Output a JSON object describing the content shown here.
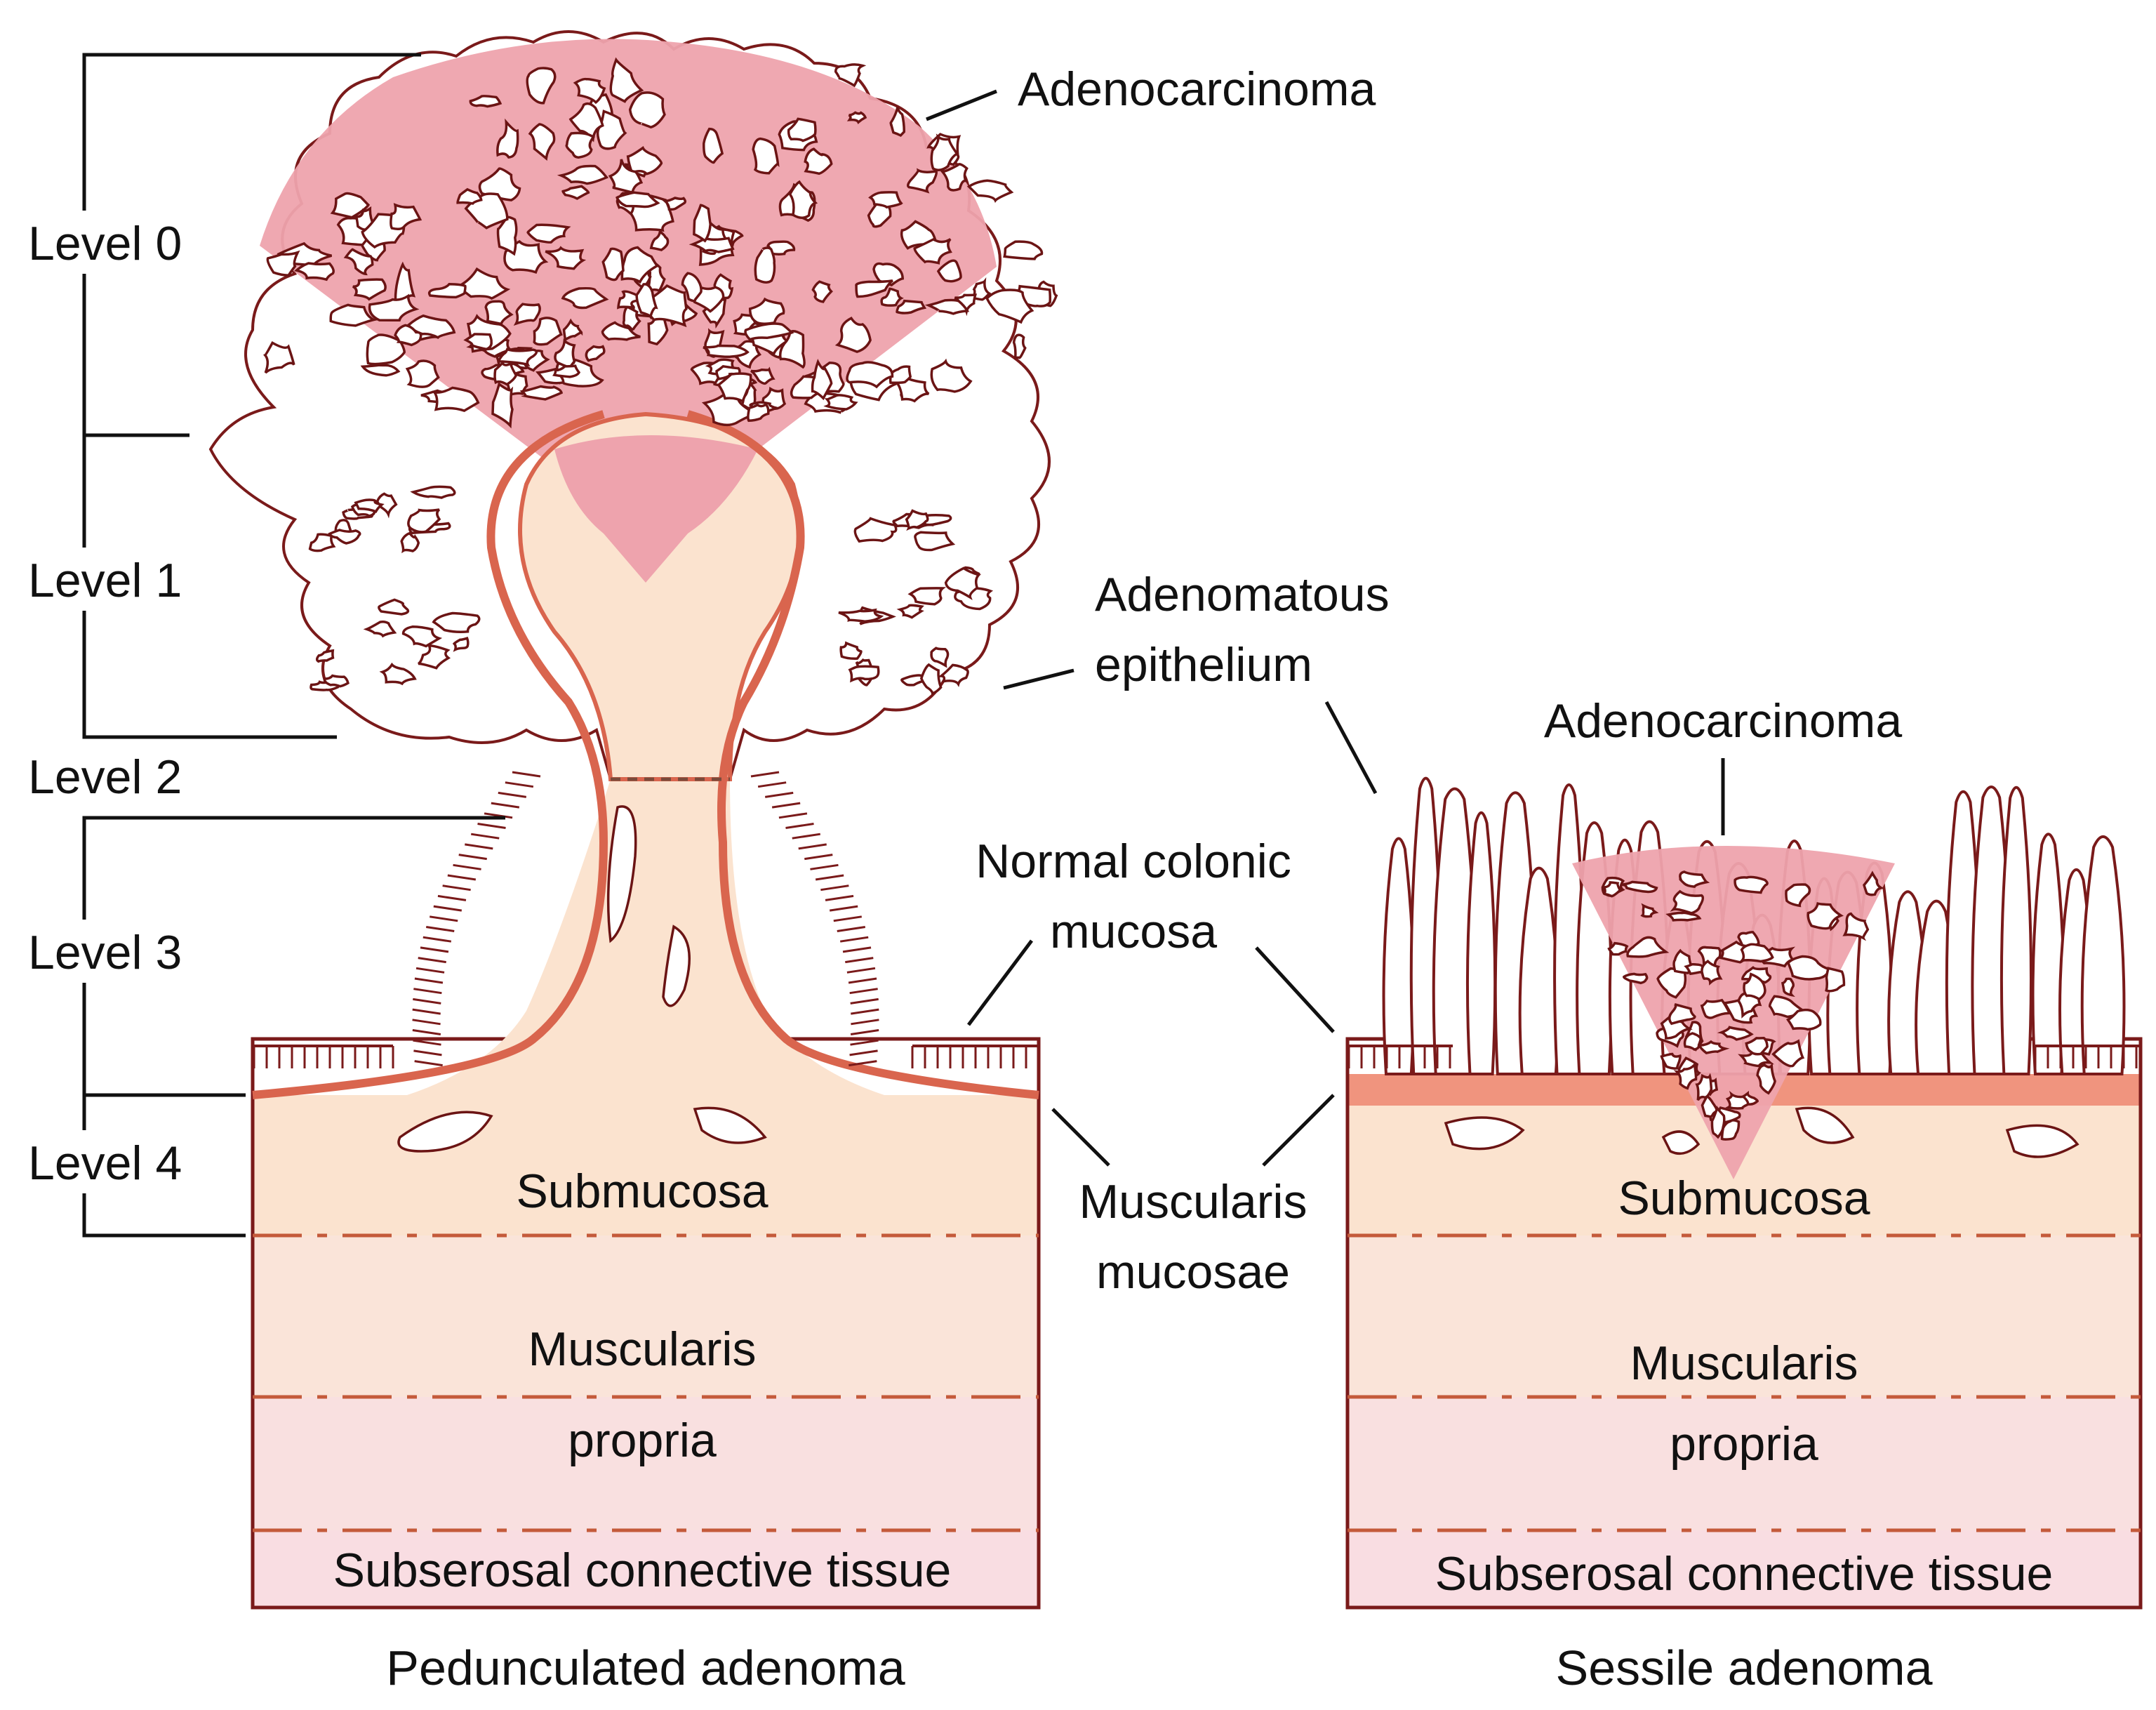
{
  "colors": {
    "tumor_pink": "#eea3ad",
    "submucosa": "#fbe3cf",
    "muscularis_propria": "#fae0d8",
    "subserosa": "#f9dfe3",
    "mucosa_band": "#e97a63",
    "outline": "#7a1a1a",
    "dashed_boundary": "#c45a3a"
  },
  "levels": [
    "Level 0",
    "Level 1",
    "Level 2",
    "Level 3",
    "Level 4"
  ],
  "pedunculated": {
    "caption": "Pedunculated adenoma",
    "adenocarcinoma_label": "Adenocarcinoma",
    "epithelium_label_line1": "Adenomatous",
    "epithelium_label_line2": "epithelium",
    "submucosa": "Submucosa",
    "muscularis_line1": "Muscularis",
    "muscularis_line2": "propria",
    "subserosa": "Subserosal connective tissue"
  },
  "center_labels": {
    "normal_mucosa_line1": "Normal colonic",
    "normal_mucosa_line2": "mucosa",
    "muscularis_mucosae_line1": "Muscularis",
    "muscularis_mucosae_line2": "mucosae"
  },
  "sessile": {
    "caption": "Sessile adenoma",
    "adenocarcinoma_label": "Adenocarcinoma",
    "submucosa": "Submucosa",
    "muscularis_line1": "Muscularis",
    "muscularis_line2": "propria",
    "subserosa": "Subserosal connective tissue"
  }
}
